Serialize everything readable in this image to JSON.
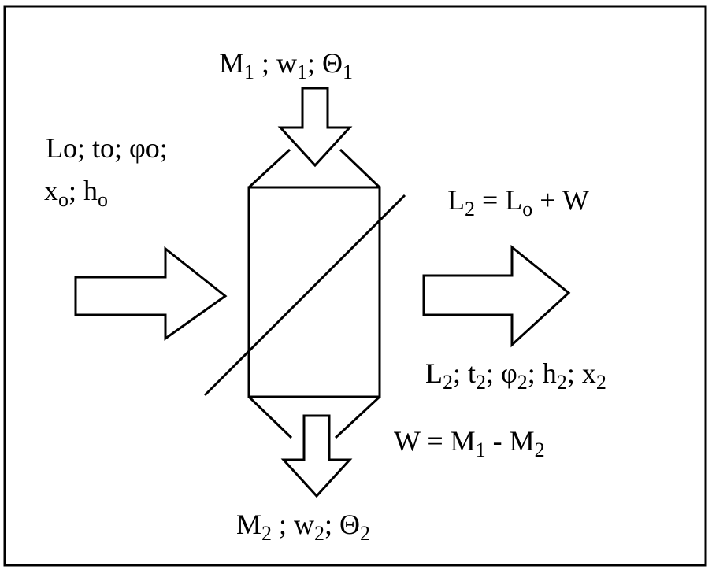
{
  "diagram": {
    "top_label": [
      {
        "base": "M",
        "sub": "1"
      },
      {
        "text": " ; w"
      },
      {
        "sub": "1"
      },
      {
        "text": "; Θ"
      },
      {
        "sub": "1"
      }
    ],
    "left_label_line1": "Lo; to; φo;",
    "left_label_line2": [
      {
        "base": "x"
      },
      {
        "sub": "o"
      },
      {
        "text": "; h"
      },
      {
        "sub": "o"
      }
    ],
    "right_top_label": [
      {
        "base": "L"
      },
      {
        "sub": "2"
      },
      {
        "text": " = L"
      },
      {
        "sub": "o"
      },
      {
        "text": " + W"
      }
    ],
    "right_bottom_label": [
      {
        "base": "L"
      },
      {
        "sub": "2"
      },
      {
        "text": "; t"
      },
      {
        "sub": "2"
      },
      {
        "text": "; φ"
      },
      {
        "sub": "2"
      },
      {
        "text": "; h"
      },
      {
        "sub": "2"
      },
      {
        "text": "; x"
      },
      {
        "sub": "2"
      }
    ],
    "w_label": [
      {
        "base": "W =  M"
      },
      {
        "sub": "1"
      },
      {
        "text": " - M"
      },
      {
        "sub": "2"
      }
    ],
    "bottom_label": [
      {
        "base": "M"
      },
      {
        "sub": "2"
      },
      {
        "text": " ; w"
      },
      {
        "sub": "2"
      },
      {
        "text": "; Θ"
      },
      {
        "sub": "2"
      }
    ]
  }
}
